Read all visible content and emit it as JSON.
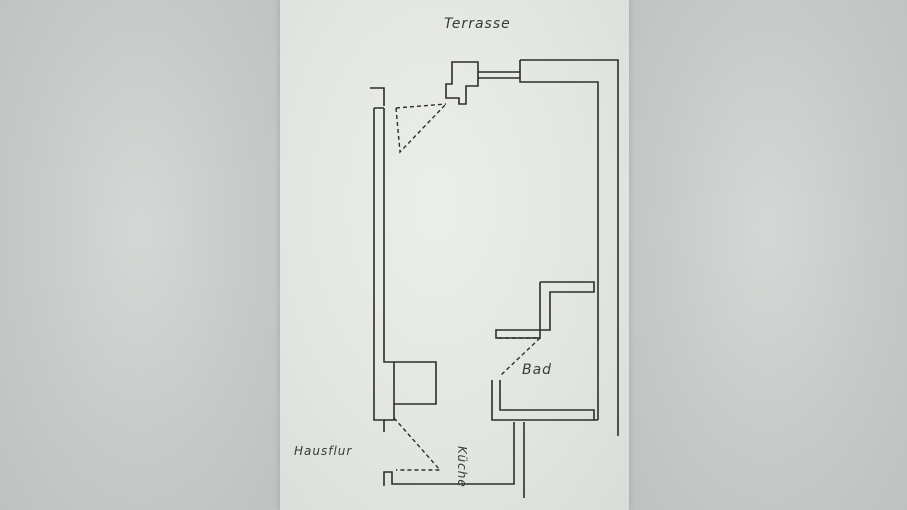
{
  "labels": {
    "terrasse": "Terrasse",
    "hausflur": "Hausflur",
    "bad": "Bad",
    "kueche": "Küche"
  },
  "colors": {
    "line": "#2c2e2c",
    "paper": "#e6e8e4",
    "surround": "#c9cbcb"
  }
}
